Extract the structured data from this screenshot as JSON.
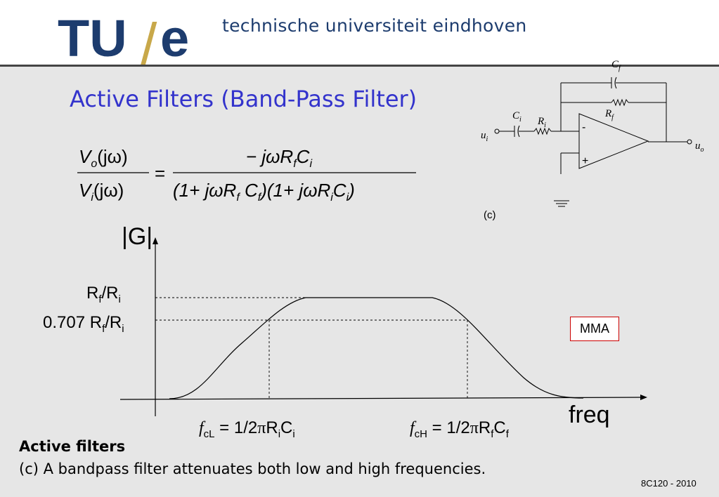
{
  "header": {
    "logo_text_tu": "TU",
    "logo_text_slash": "/",
    "logo_text_e": "e",
    "university_name": "technische universiteit eindhoven",
    "colors": {
      "logo_blue": "#1d3c6e",
      "slash_gold": "#c8a84a",
      "rule": "#444444"
    }
  },
  "slide": {
    "title": "Active Filters (Band-Pass Filter)",
    "title_color": "#3333cc"
  },
  "formula": {
    "lhs_num": "V",
    "lhs_num_sub": "o",
    "lhs_den": "V",
    "lhs_den_sub": "i",
    "arg": "(jω)",
    "equals": "=",
    "rhs_num": "− jωR",
    "rhs_num_sub_f": "f",
    "rhs_num_c": "C",
    "rhs_num_sub_i": "i",
    "rhs_den_1": "(1+ jωR",
    "rhs_den_sub_f1": "f",
    "rhs_den_c1": " C",
    "rhs_den_sub_f2": "f",
    "rhs_den_2": ")(1+ jωR",
    "rhs_den_sub_i1": "i",
    "rhs_den_c2": "C",
    "rhs_den_sub_i2": "i",
    "rhs_den_close": ")"
  },
  "circuit": {
    "label_cf": "C",
    "label_cf_sub": "f",
    "label_rf": "R",
    "label_rf_sub": "f",
    "label_ci": "C",
    "label_ci_sub": "i",
    "label_ri": "R",
    "label_ri_sub": "i",
    "label_ui": "u",
    "label_ui_sub": "i",
    "label_uo": "u",
    "label_uo_sub": "o",
    "minus": "-",
    "plus": "+",
    "caption": "(c)"
  },
  "graph": {
    "y_axis_label": "|G|",
    "x_axis_label": "freq",
    "level_top": "R",
    "level_top_sub1": "f",
    "level_top_mid": "/R",
    "level_top_sub2": "i",
    "level_707": "0.707 R",
    "level_707_sub1": "f",
    "level_707_mid": "/R",
    "level_707_sub2": "i",
    "fcl_f": "f",
    "fcl_sub": "cL",
    "fcl_eq": " = 1/2",
    "fcl_pi": "π",
    "fcl_r": "R",
    "fcl_r_sub": "i",
    "fcl_c": "C",
    "fcl_c_sub": "i",
    "fch_f": "f",
    "fch_sub": "cH",
    "fch_eq": " = 1/2",
    "fch_pi": "π",
    "fch_r": "R",
    "fch_r_sub": "f",
    "fch_c": "C",
    "fch_c_sub": "f"
  },
  "mma_badge": {
    "label": "MMA",
    "border_color": "#cc0000"
  },
  "bottom": {
    "heading": "Active filters",
    "description": "(c) A bandpass filter attenuates both low and high frequencies."
  },
  "footer": {
    "course": "8C120 - 2010"
  }
}
